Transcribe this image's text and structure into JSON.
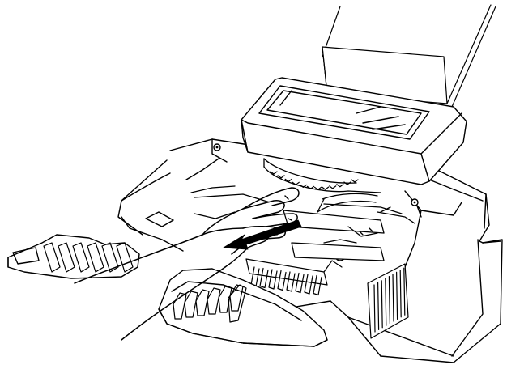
{
  "figure": {
    "subject": "printer-fax-paper-jam-removal",
    "colors": {
      "ink": "#000000",
      "paper": "#ffffff"
    },
    "icons": [
      "printer-body",
      "paper-support-tray",
      "control-panel-lid",
      "drum-unit",
      "output-tray",
      "input-tray",
      "hand",
      "pull-direction-arrow",
      "vent-grille"
    ]
  }
}
